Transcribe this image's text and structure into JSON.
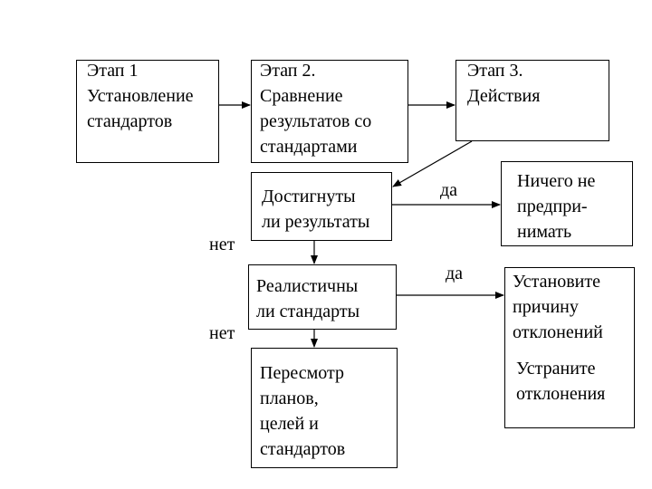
{
  "stages": {
    "stage1": "Этап 1\nУстановление\nстандартов",
    "stage2": "Этап 2.\nСравнение\nрезультатов со\nстандартами",
    "stage3": "Этап 3.\nДействия"
  },
  "questions": {
    "achieved": "Достигнуты\nли результаты",
    "realistic": "Реалистичны\nли стандарты",
    "revise": "Пересмотр\n планов,\nцелей и\nстандартов"
  },
  "actions": {
    "nothing": "Ничего не\nпредпри-\nнимать",
    "cause": "Установите\nпричину\nотклонений",
    "fix": "Устраните\nотклонения"
  },
  "labels": {
    "yes1": "да",
    "yes2": "да",
    "no1": "нет",
    "no2": "нет"
  }
}
